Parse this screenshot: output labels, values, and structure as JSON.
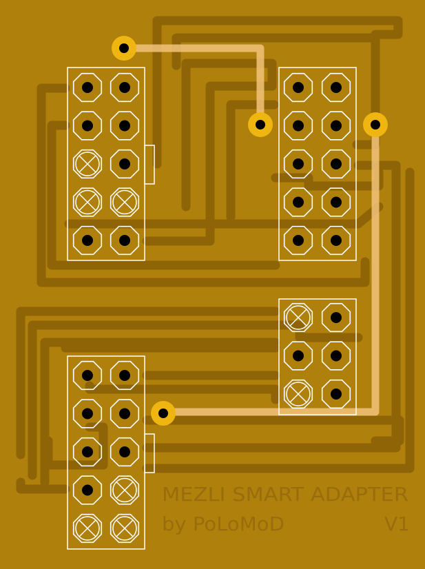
{
  "board": {
    "title_line1": "MEZLI SMART ADAPTER",
    "title_line2": "by PoLoMoD",
    "version": "V1",
    "colors": {
      "substrate": "#b0800c",
      "copper_trace": "#8e6406",
      "top_trace": "#f2c37a",
      "silkscreen": "#ffffff",
      "via": "#efb611",
      "label": "#9a6d0c"
    }
  },
  "connectors": [
    {
      "id": "top-left-2x5",
      "pins": [
        "pad",
        "pad",
        "pad",
        "pad",
        "nc",
        "pad",
        "nc",
        "nc",
        "pad",
        "pad"
      ]
    },
    {
      "id": "top-right-2x5",
      "pins": [
        "pad",
        "pad",
        "pad",
        "pad",
        "pad",
        "pad",
        "pad",
        "pad",
        "pad",
        "pad"
      ]
    },
    {
      "id": "mid-right-2x3",
      "pins": [
        "nc",
        "pad",
        "pad",
        "pad",
        "nc",
        "pad"
      ]
    },
    {
      "id": "bottom-left-2x5",
      "pins": [
        "pad",
        "pad",
        "pad",
        "pad",
        "pad",
        "pad",
        "pad",
        "nc",
        "nc",
        "nc"
      ]
    }
  ]
}
